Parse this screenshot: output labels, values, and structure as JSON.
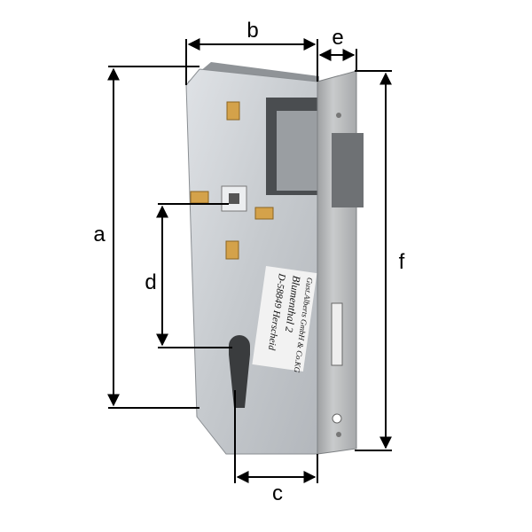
{
  "dimensions": {
    "a": "a",
    "b": "b",
    "c": "c",
    "d": "d",
    "e": "e",
    "f": "f"
  },
  "label_plate": {
    "line1": "Gust.Alberts GmbH & Co.KG",
    "line2": "Blumenthal 2",
    "line3": "D-58849 Herscheid"
  },
  "colors": {
    "body": "#c9cdd2",
    "faceplate": "#b7b9bb",
    "brass": "#d4a24a",
    "dimension": "#000000"
  }
}
